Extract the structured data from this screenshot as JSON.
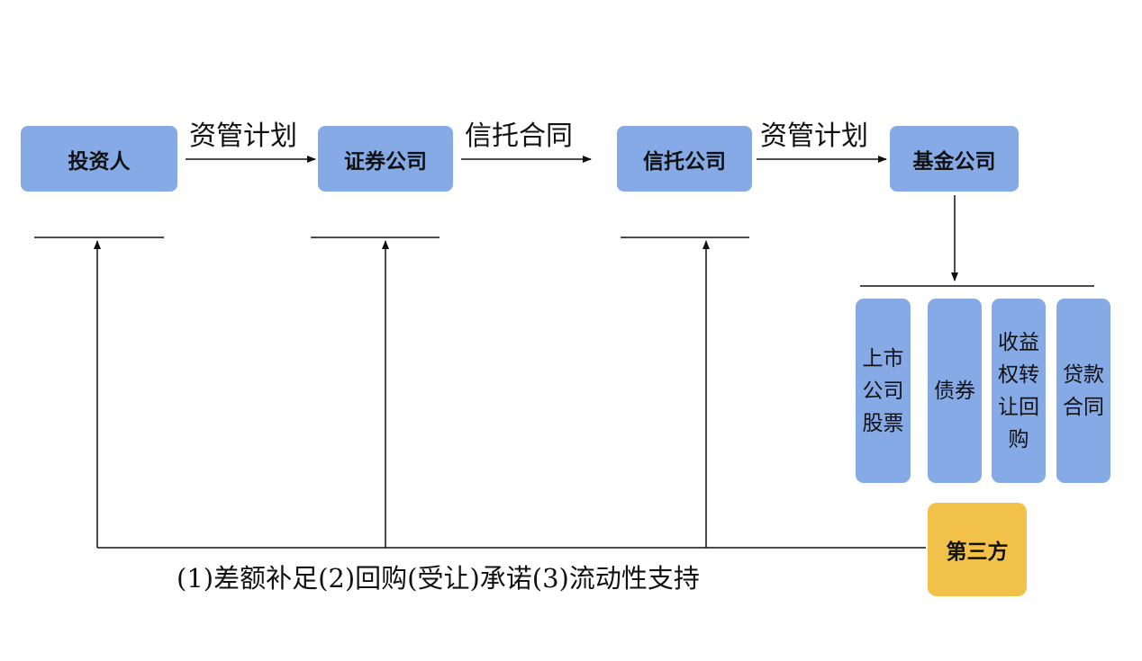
{
  "entities": {
    "investor": "投资人",
    "securities_company": "证券公司",
    "trust_company": "信托公司",
    "fund_company": "基金公司",
    "third_party": "第三方"
  },
  "relations": {
    "investor_to_securities": "资管计划",
    "securities_to_trust": "信托合同",
    "trust_to_fund": "资管计划"
  },
  "assets": {
    "listed_stock": "上市公司股票",
    "bonds": "债券",
    "income_right_repurchase": "收益权转让回购",
    "loan_contract": "贷款合同"
  },
  "support_text": "(1)差额补足(2)回购(受让)承诺(3)流动性支持",
  "colors": {
    "box_blue": "#86aae6",
    "box_gold": "#f2c14a",
    "line": "#111111"
  }
}
